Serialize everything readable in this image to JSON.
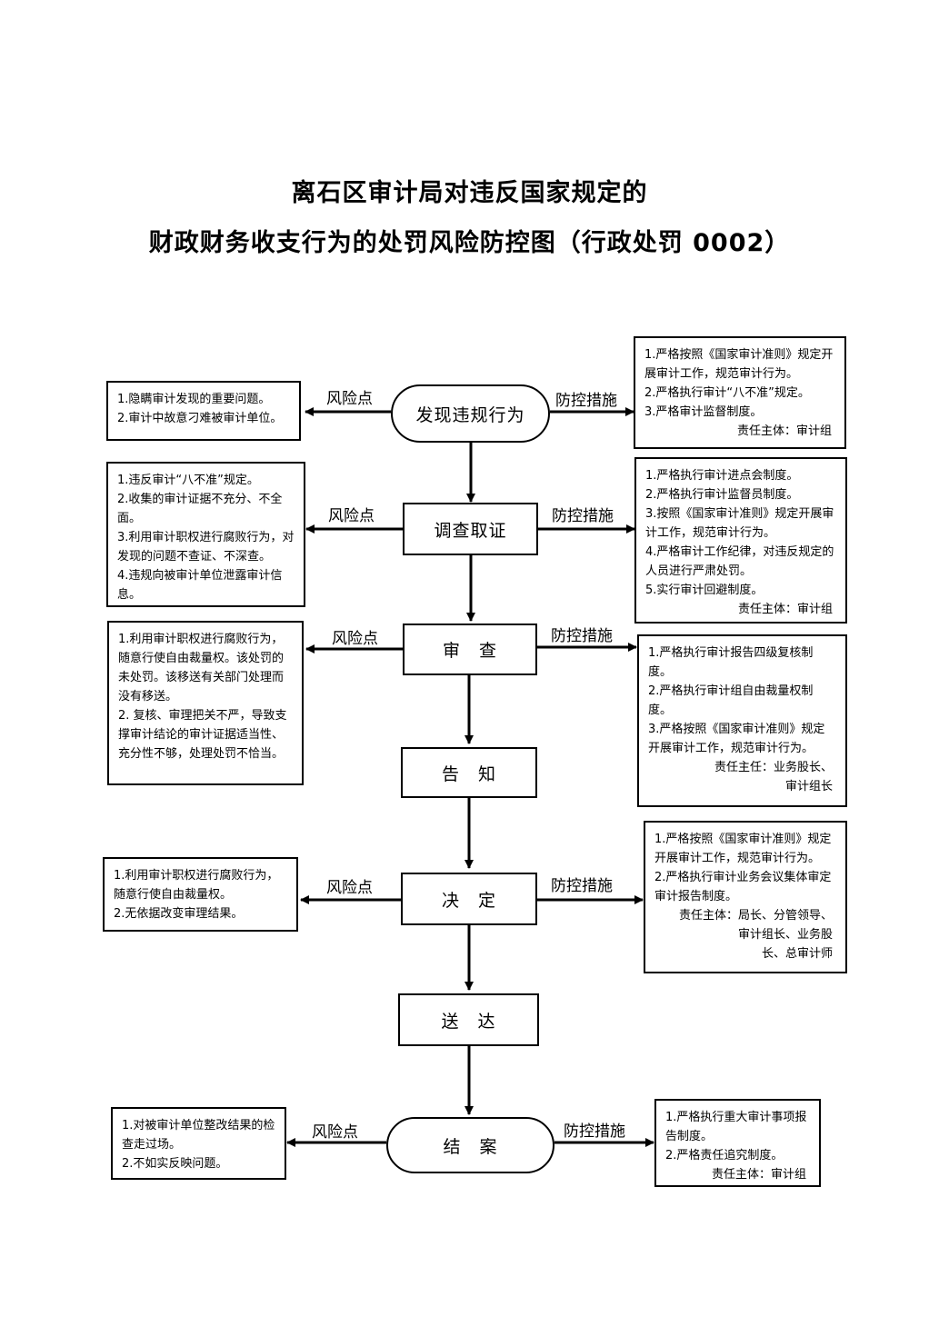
{
  "title": {
    "line1": "离石区审计局对违反国家规定的",
    "line2": "财政财务收支行为的处罚风险防控图（行政处罚 0002）"
  },
  "steps": [
    {
      "name": "发现违规行为",
      "risk_label": "风险点",
      "control_label": "防控措施",
      "risks": [
        "1.隐瞒审计发现的重要问题。",
        "2.审计中故意刁难被审计单位。"
      ],
      "controls": [
        "1.严格按照《国家审计准则》规定开展审计工作，规范审计行为。",
        "2.严格执行审计“八不准”规定。",
        "3.严格审计监督制度。"
      ],
      "responsible": [
        "责任主体：审计组"
      ]
    },
    {
      "name": "调查取证",
      "risk_label": "风险点",
      "control_label": "防控措施",
      "risks": [
        "1.违反审计“八不准”规定。",
        "2.收集的审计证据不充分、不全面。",
        "3.利用审计职权进行腐败行为，对发现的问题不查证、不深查。",
        "4.违规向被审计单位泄露审计信息。"
      ],
      "controls": [
        "1.严格执行审计进点会制度。",
        "2.严格执行审计监督员制度。",
        "3.按照《国家审计准则》规定开展审计工作，规范审计行为。",
        "4.严格审计工作纪律，对违反规定的人员进行严肃处罚。",
        "5.实行审计回避制度。"
      ],
      "responsible": [
        "责任主体：审计组"
      ]
    },
    {
      "name": "审　查",
      "risk_label": "风险点",
      "control_label": "防控措施",
      "risks": [
        "1.利用审计职权进行腐败行为，随意行使自由裁量权。该处罚的未处罚。该移送有关部门处理而没有移送。",
        "2. 复核、审理把关不严，导致支撑审计结论的审计证据适当性、充分性不够，处理处罚不恰当。"
      ],
      "controls": [
        "1.严格执行审计报告四级复核制度。",
        "2.严格执行审计组自由裁量权制度。",
        "3.严格按照《国家审计准则》规定开展审计工作，规范审计行为。"
      ],
      "responsible": [
        "责任主任：业务股长、",
        "审计组长"
      ]
    },
    {
      "name": "告　知"
    },
    {
      "name": "决　定",
      "risk_label": "风险点",
      "control_label": "防控措施",
      "risks": [
        "1.利用审计职权进行腐败行为，随意行使自由裁量权。",
        "2.无依据改变审理结果。"
      ],
      "controls": [
        "1.严格按照《国家审计准则》规定开展审计工作，规范审计行为。",
        "2.严格执行审计业务会议集体审定审计报告制度。"
      ],
      "responsible": [
        "责任主体：局长、分管领导、",
        "审计组长、业务股",
        "长、总审计师"
      ]
    },
    {
      "name": "送　达"
    },
    {
      "name": "结　案",
      "risk_label": "风险点",
      "control_label": "防控措施",
      "risks": [
        "1.对被审计单位整改结果的检查走过场。",
        "2.不如实反映问题。"
      ],
      "controls": [
        "1.严格执行重大审计事项报告制度。",
        "2.严格责任追究制度。"
      ],
      "responsible": [
        "责任主体：审计组"
      ]
    }
  ]
}
